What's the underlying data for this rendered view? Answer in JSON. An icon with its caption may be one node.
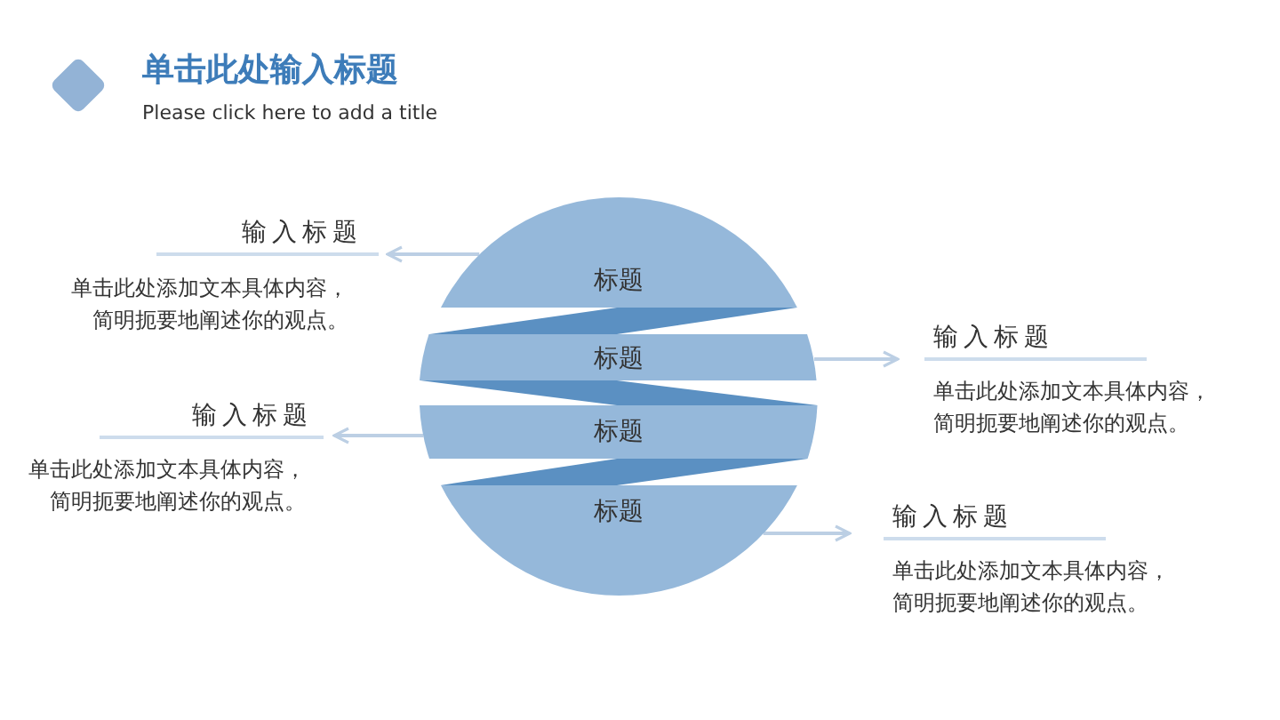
{
  "diagram": {
    "title": "单击此处输入标题",
    "nodes": [
      {
        "text": [
          "标题"
        ]
      },
      {
        "text": [
          "标题"
        ]
      },
      {
        "text": [
          "标题"
        ]
      },
      {
        "text": [
          "标题"
        ]
      },
      {
        "text": [
          "输入标题",
          "单击此处添加文本具体内容，简明扼要地阐述你的观点。"
        ]
      },
      {
        "text": [
          "输入标题",
          "单击此处添加文本具体内容，简明扼要地阐述你的观点。"
        ]
      },
      {
        "text": [
          "输入标题",
          "单击此处添加文本具体内容，简明扼要地阐述你的观点。"
        ]
      },
      {
        "text": [
          "输入标题",
          "单击此处添加文本具体内容，简明扼要地阐述你的观点。"
        ]
      }
    ],
    "edges": [
      {
        "from": 0,
        "to": 4,
        "arrow": "to"
      },
      {
        "from": 1,
        "to": 5,
        "arrow": "to"
      },
      {
        "from": 2,
        "to": 6,
        "arrow": "to"
      },
      {
        "from": 3,
        "to": 7,
        "arrow": "to"
      }
    ],
    "labels": [
      "Please click here to add a title"
    ]
  }
}
